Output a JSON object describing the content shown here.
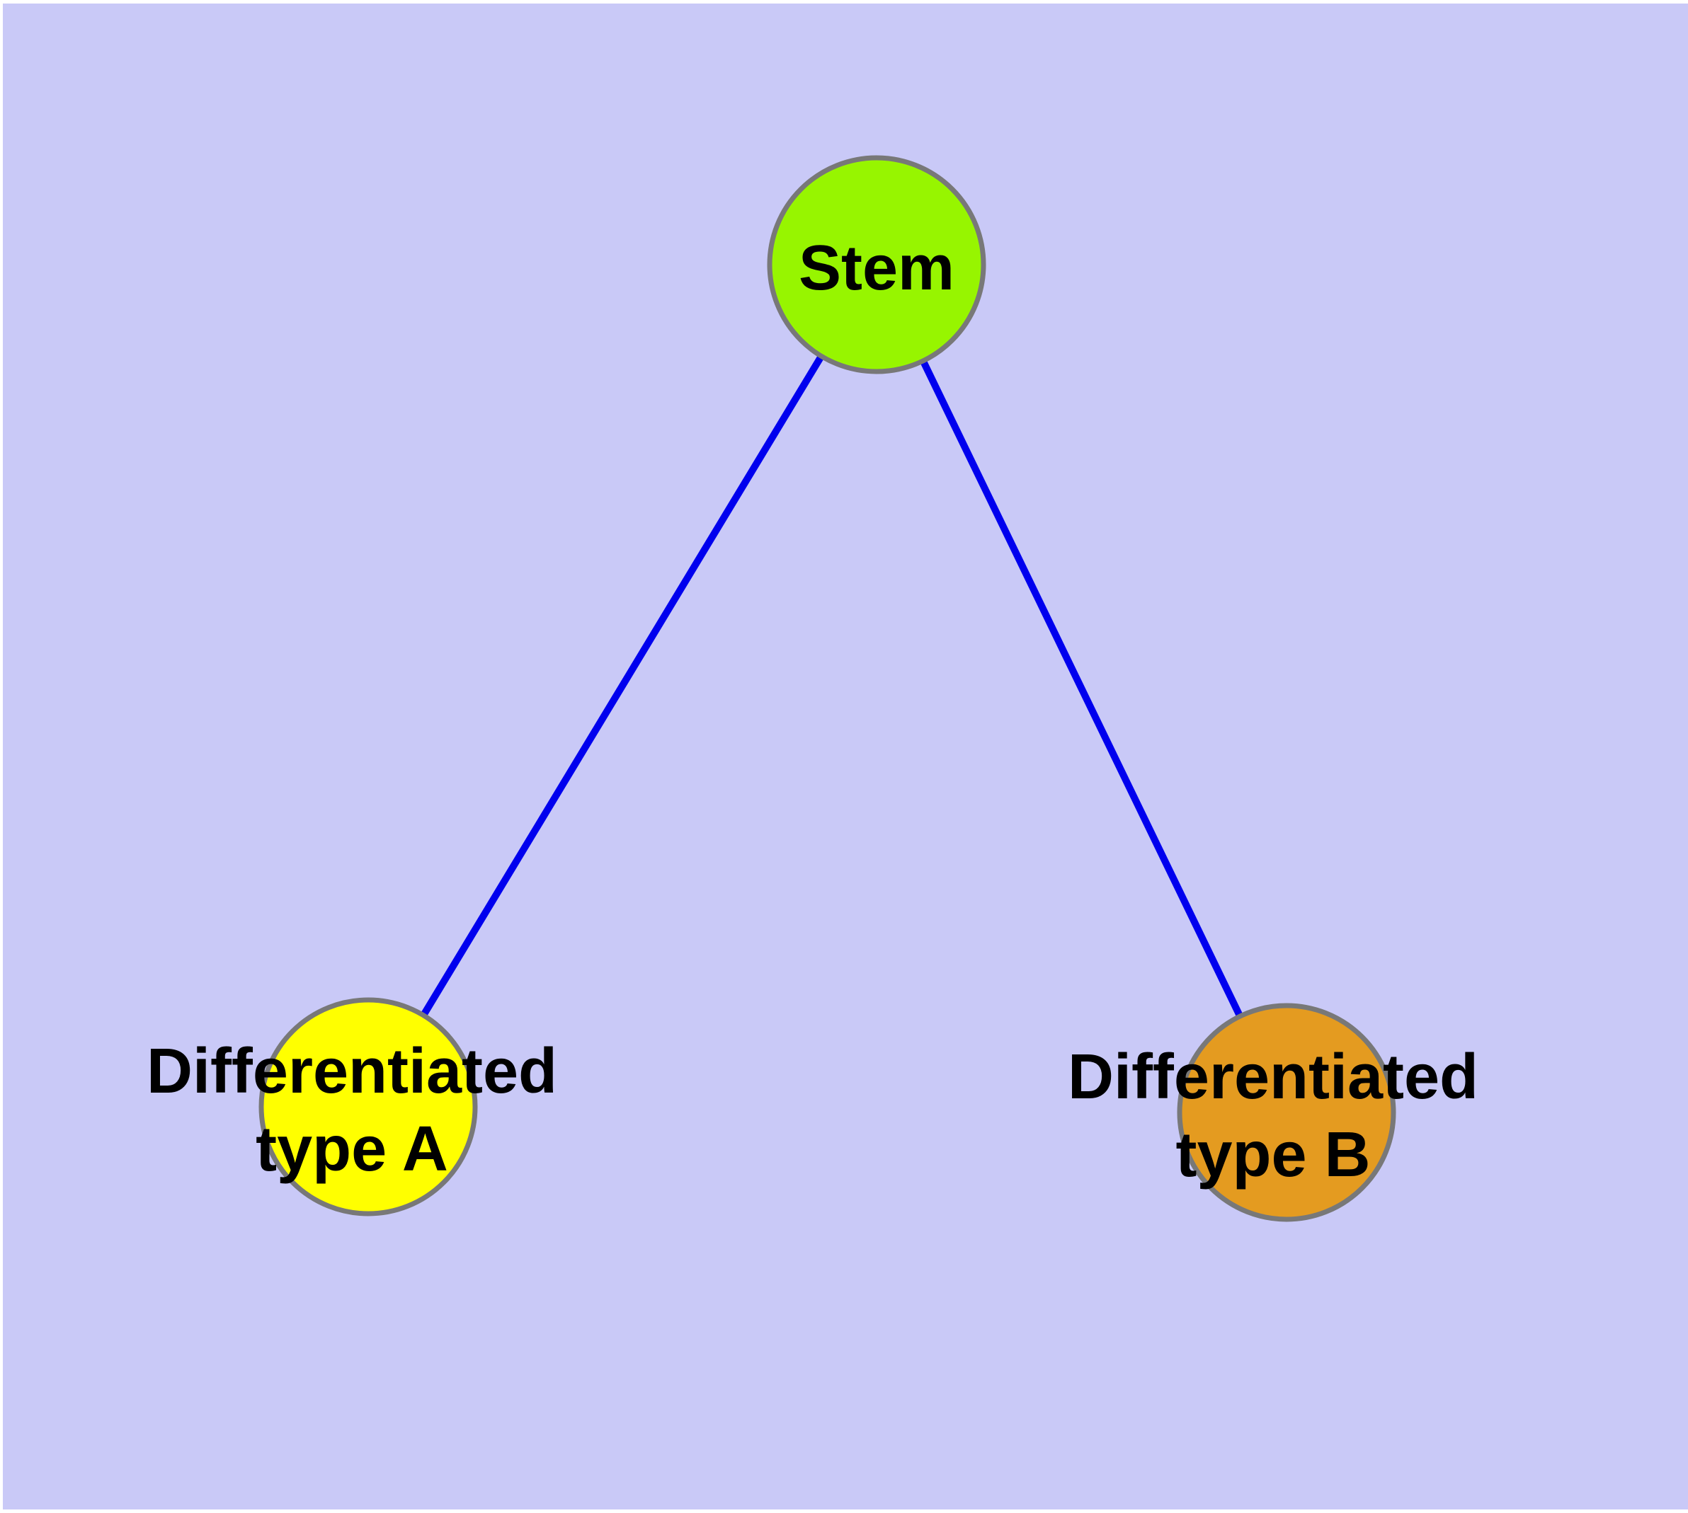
{
  "diagram": {
    "background_color": "#c9c9f7",
    "page_margin_color": "#ffffff",
    "edge_color": "#0000ee",
    "node_border_color": "#787878",
    "text_color": "#000000",
    "nodes": [
      {
        "id": "stem",
        "lines": [
          "Stem"
        ],
        "fill": "#97f500"
      },
      {
        "id": "differentiated-type-a",
        "lines": [
          "Differentiated",
          "type A"
        ],
        "fill": "#ffff00"
      },
      {
        "id": "differentiated-type-b",
        "lines": [
          "Differentiated",
          "type B"
        ],
        "fill": "#e49b20"
      }
    ],
    "edges": [
      {
        "from": "stem",
        "to": "differentiated-type-a"
      },
      {
        "from": "stem",
        "to": "differentiated-type-b"
      }
    ]
  }
}
